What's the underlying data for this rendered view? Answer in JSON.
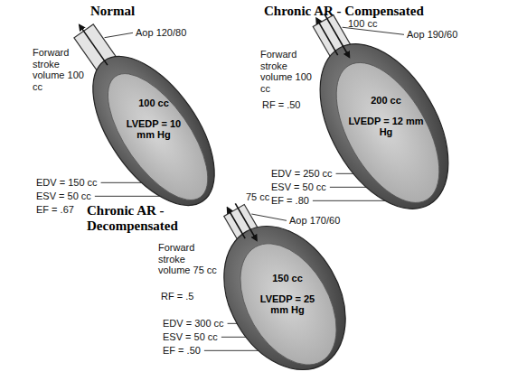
{
  "diagram": {
    "nodes": [
      {
        "text": [
          "100 cc",
          "LVEDP = 10 mm Hg"
        ]
      },
      {
        "text": [
          "200 cc",
          "LVEDP = 12 mm Hg"
        ]
      },
      {
        "text": [
          "150 cc",
          "LVEDP = 25 mm Hg"
        ]
      }
    ],
    "labels": [
      "Normal",
      "Chronic AR - Compensated",
      "Aop 120/80",
      "Forward stroke volume 100 cc",
      "EDV = 150 cc",
      "ESV = 50 cc",
      "EF = .67",
      "100 cc",
      "Aop 190/60",
      "Forward stroke volume 100 cc",
      "RF = .50",
      "EDV = 250 cc",
      "ESV = 50 cc",
      "EF = .80",
      "Chronic AR - Decompensated",
      "75 cc",
      "Aop 170/60",
      "Forward stroke volume 75 cc",
      "RF = .5",
      "EDV = 300 cc",
      "ESV = 50 cc",
      "EF = .50"
    ]
  }
}
